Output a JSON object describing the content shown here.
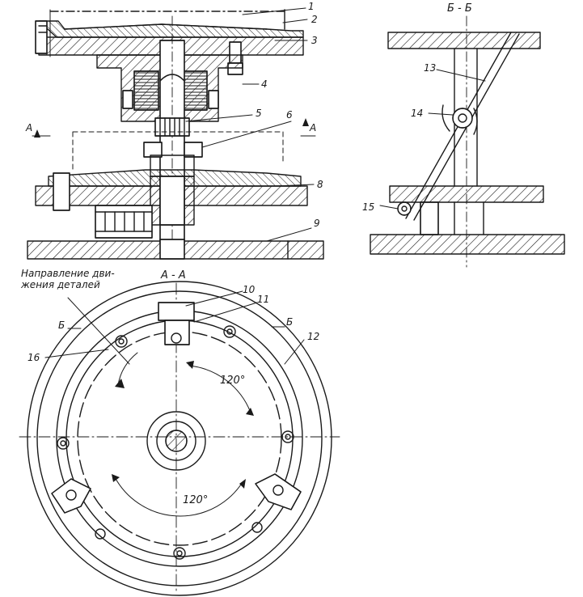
{
  "colors": {
    "ink": "#1a1a1a",
    "paper": "#ffffff"
  },
  "callouts": [
    "1",
    "2",
    "3",
    "4",
    "5",
    "6",
    "8",
    "9",
    "10",
    "11",
    "12",
    "13",
    "14",
    "15",
    "16"
  ],
  "sections": {
    "a_a": "А - А",
    "b_b": "Б - Б",
    "cut_a_left": "А",
    "cut_a_right": "А",
    "cut_b_left": "Б",
    "cut_b_right": "Б"
  },
  "caption": {
    "line1": "Направление дви-",
    "line2": "жения деталей"
  },
  "angles": {
    "top": "120°",
    "bottom": "120°"
  }
}
